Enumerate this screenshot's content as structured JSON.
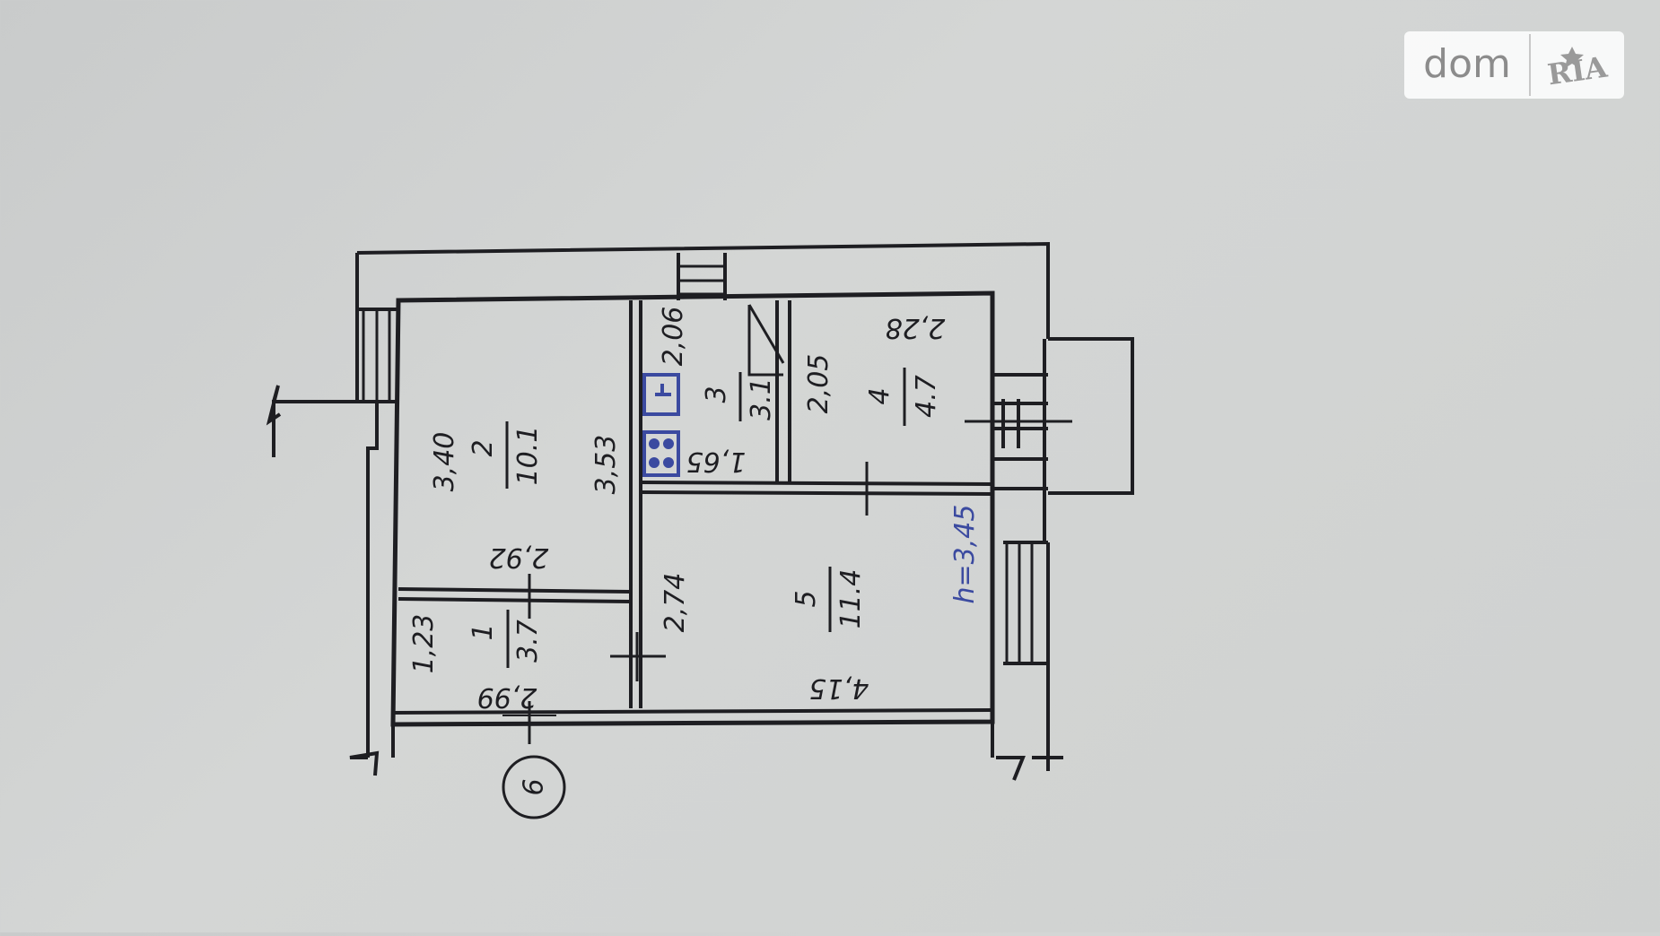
{
  "watermark": {
    "dom": "dom",
    "ria": "RIA"
  },
  "circle_label": "6",
  "height_note": "h=3,45",
  "rooms": [
    {
      "number": "1",
      "area": "3.7",
      "dims": [
        "1,23",
        "2,99"
      ]
    },
    {
      "number": "2",
      "area": "10.1",
      "dims": [
        "3,40",
        "3,53",
        "2,92"
      ]
    },
    {
      "number": "3",
      "area": "3.1",
      "dims": [
        "2,06",
        "1,65"
      ]
    },
    {
      "number": "4",
      "area": "4.7",
      "dims": [
        "2,05",
        "2,28"
      ]
    },
    {
      "number": "5",
      "area": "11.4",
      "dims": [
        "2,74",
        "4,15"
      ]
    }
  ],
  "colors": {
    "ink": "#1e1e22",
    "blue_ink": "#3b4aa0"
  }
}
